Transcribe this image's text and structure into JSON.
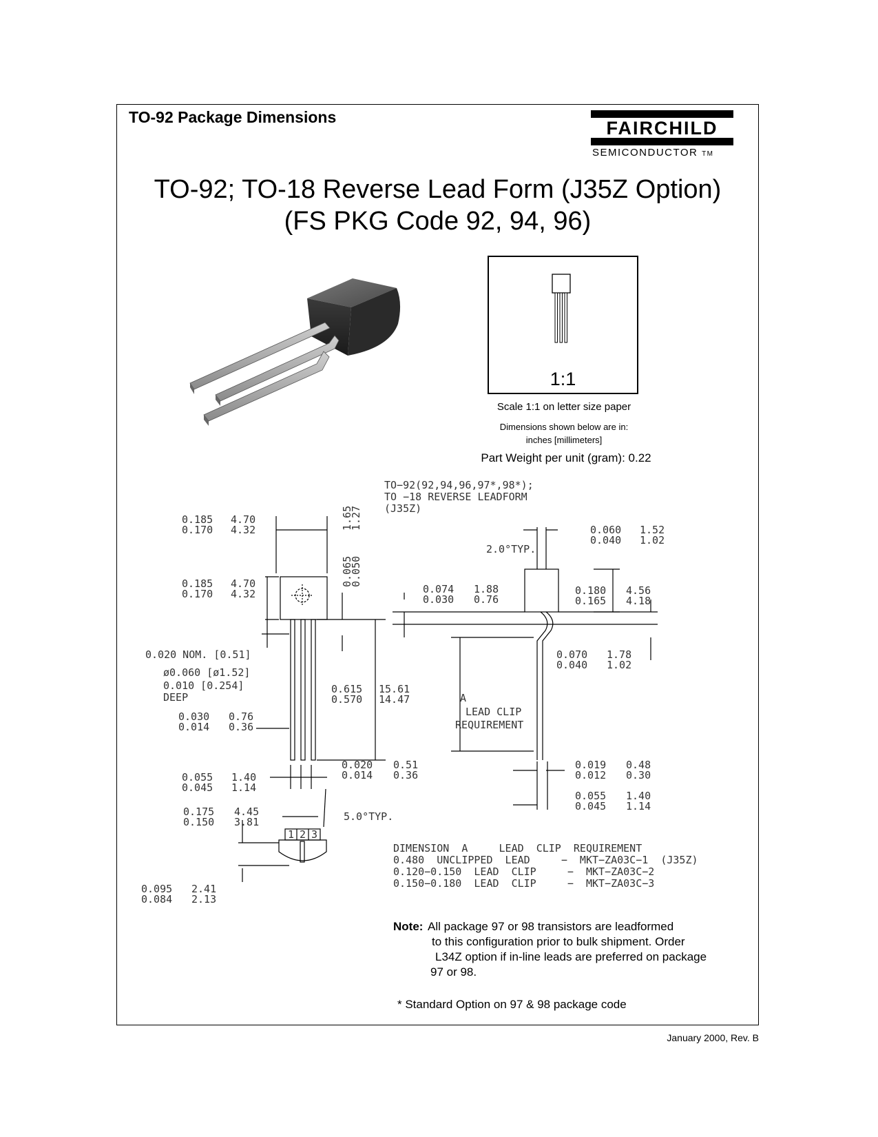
{
  "header": {
    "section_title": "TO-92 Package Dimensions"
  },
  "logo": {
    "brand": "FAIRCHILD",
    "sub": "SEMICONDUCTOR",
    "tm": "TM"
  },
  "title": {
    "line1": "TO-92; TO-18 Reverse Lead Form (J35Z Option)",
    "line2": "(FS PKG Code 92, 94, 96)"
  },
  "scale": {
    "box_label": "1:1",
    "caption": "Scale 1:1 on letter size paper",
    "units_line1": "Dimensions shown below are in:",
    "units_line2": "inches [millimeters]"
  },
  "weight": {
    "text": "Part Weight per unit (gram):  0.22"
  },
  "drawing": {
    "pkg_title": [
      "TO−92(92,94,96,97*,98*);",
      "TO −18  REVERSE  LEADFORM",
      "(J35Z)"
    ],
    "d_width": [
      "0.185",
      "0.170",
      "4.70",
      "4.32"
    ],
    "d_body": [
      "0.185",
      "0.170",
      "4.70",
      "4.32"
    ],
    "d_top": [
      "0.065",
      "0.050",
      "1.65",
      "1.27"
    ],
    "d_nom": "0.020  NOM. [0.51]",
    "d_hole": [
      "ø0.060  [ø1.52]",
      "0.010  [0.254]",
      "DEEP"
    ],
    "d_lw": [
      "0.030",
      "0.014",
      "0.76",
      "0.36"
    ],
    "d_len": [
      "0.615",
      "0.570",
      "15.61",
      "14.47"
    ],
    "d_pitch": [
      "0.055",
      "0.045",
      "1.40",
      "1.14"
    ],
    "d_lt": [
      "0.020",
      "0.014",
      "0.51",
      "0.36"
    ],
    "d_span": [
      "0.175",
      "0.150",
      "4.45",
      "3.81"
    ],
    "d_typ5": "5.0°TYP.",
    "d_bot": [
      "0.095",
      "0.084",
      "2.41",
      "2.13"
    ],
    "pins": [
      "1",
      "2",
      "3"
    ],
    "s_typ2": "2.0°TYP.",
    "s_top": [
      "0.060",
      "0.040",
      "1.52",
      "1.02"
    ],
    "s_off": [
      "0.074",
      "0.030",
      "1.88",
      "0.76"
    ],
    "s_body": [
      "0.180",
      "0.165",
      "4.56",
      "4.18"
    ],
    "s_bend": [
      "0.070",
      "0.040",
      "1.78",
      "1.02"
    ],
    "s_clip": [
      "A",
      "LEAD  CLIP",
      "REQUIREMENT"
    ],
    "s_lt": [
      "0.019",
      "0.012",
      "0.48",
      "0.30"
    ],
    "s_pitch": [
      "0.055",
      "0.045",
      "1.40",
      "1.14"
    ],
    "table": [
      "DIMENSION  A     LEAD  CLIP  REQUIREMENT",
      "0.480  UNCLIPPED  LEAD     −  MKT−ZA03C−1  (J35Z)",
      "0.120−0.150  LEAD  CLIP     −  MKT−ZA03C−2",
      "0.150−0.180  LEAD  CLIP     −  MKT−ZA03C−3"
    ]
  },
  "note": {
    "label": "Note:",
    "lines": [
      "All package 97 or 98 transistors are leadformed",
      "to this configuration prior to bulk shipment. Order",
      "L34Z option if  in-line leads are preferred on package",
      "97 or 98."
    ]
  },
  "footnote": "* Standard Option on 97 & 98 package code",
  "footer_date": "January 2000, Rev. B"
}
